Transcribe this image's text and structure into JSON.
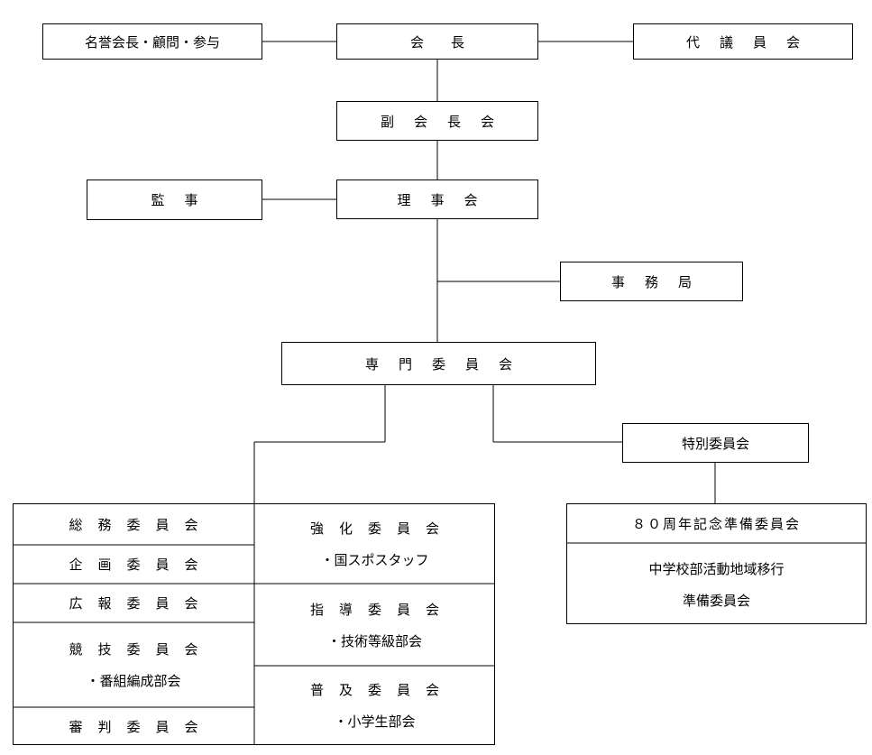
{
  "top": {
    "honorary": "名誉会長・顧問・参与",
    "president": "会　　長",
    "delegates": "代議員会",
    "vice_presidents": "副会長会",
    "auditors": "監事",
    "board": "理事会",
    "secretariat": "事務局",
    "specialist_committees": "専門委員会",
    "special_committees": "特別委員会"
  },
  "left_committees": [
    {
      "label": "総務委員会"
    },
    {
      "label": "企画委員会"
    },
    {
      "label": "広報委員会"
    },
    {
      "label": "競技委員会",
      "sub": "・番組編成部会"
    },
    {
      "label": "審判委員会"
    }
  ],
  "mid_committees": [
    {
      "label": "強化委員会",
      "sub": "・国スポスタッフ"
    },
    {
      "label": "指導委員会",
      "sub": "・技術等級部会"
    },
    {
      "label": "普及委員会",
      "sub": "・小学生部会"
    }
  ],
  "special": {
    "anniversary": "８０周年記念準備委員会",
    "club_line1": "中学校部活動地域移行",
    "club_line2": "準備委員会"
  }
}
